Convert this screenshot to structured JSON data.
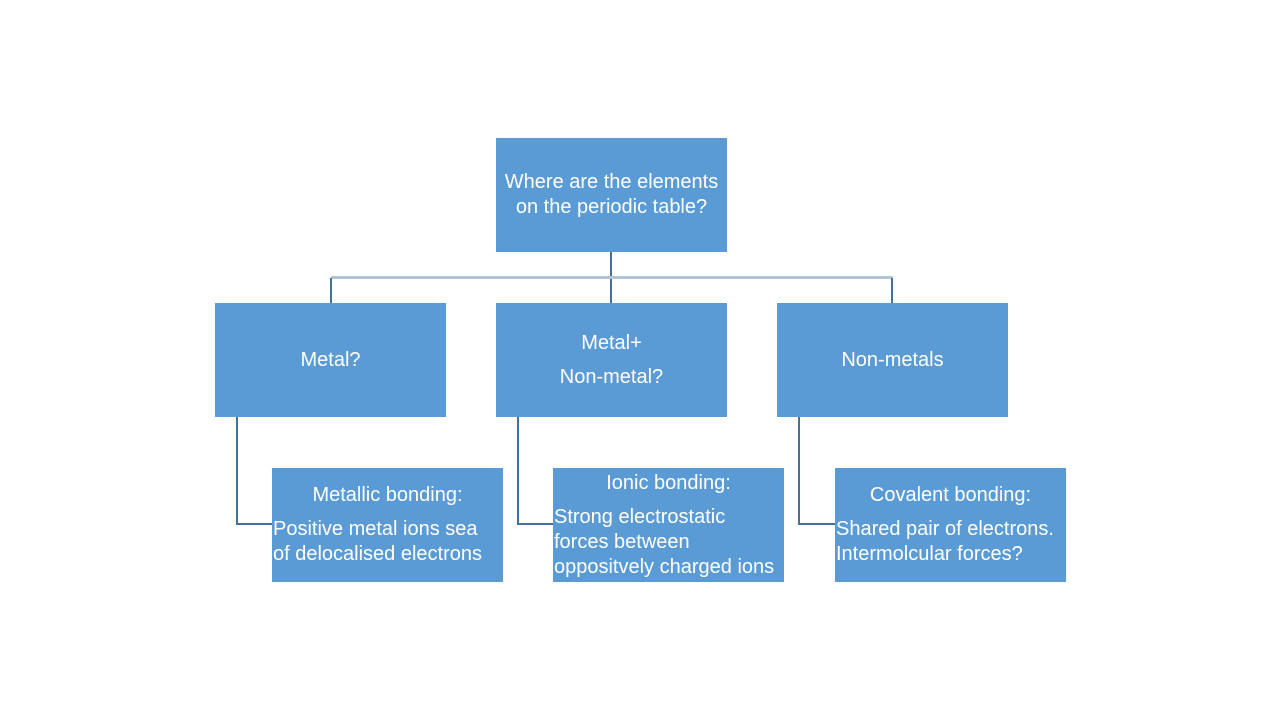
{
  "colors": {
    "background": "#FFFFFF",
    "node_fill": "#5B9BD5",
    "node_text": "#FFFFFF",
    "connector": "#41719C",
    "connector_light": "#AFC5D6"
  },
  "diagram": {
    "type": "flowchart",
    "root": {
      "line1": "Where are the elements",
      "line2": "on the periodic table?"
    },
    "branches": {
      "metal": {
        "line1": "Metal?"
      },
      "metal_nonmetal": {
        "line1": "Metal+",
        "line2": "Non-metal?"
      },
      "nonmetals": {
        "line1": "Non-metals"
      }
    },
    "outcomes": {
      "metallic": {
        "heading": "Metallic bonding:",
        "body1": "Positive metal ions sea",
        "body2": "of delocalised electrons"
      },
      "ionic": {
        "heading": "Ionic bonding:",
        "body1": "Strong electrostatic",
        "body2": "forces between",
        "body3": "oppositvely charged ions"
      },
      "covalent": {
        "heading": "Covalent bonding:",
        "body1": "Shared pair of electrons.",
        "body2": "Intermolcular forces?"
      }
    }
  }
}
